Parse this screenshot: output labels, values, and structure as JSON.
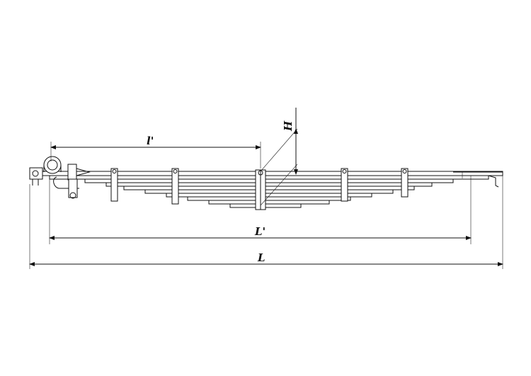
{
  "labels": {
    "small_l": "l'",
    "big_l_prime": "L'",
    "big_l": "L",
    "height": "H"
  },
  "colors": {
    "line": "#111111",
    "background": "#ffffff"
  }
}
